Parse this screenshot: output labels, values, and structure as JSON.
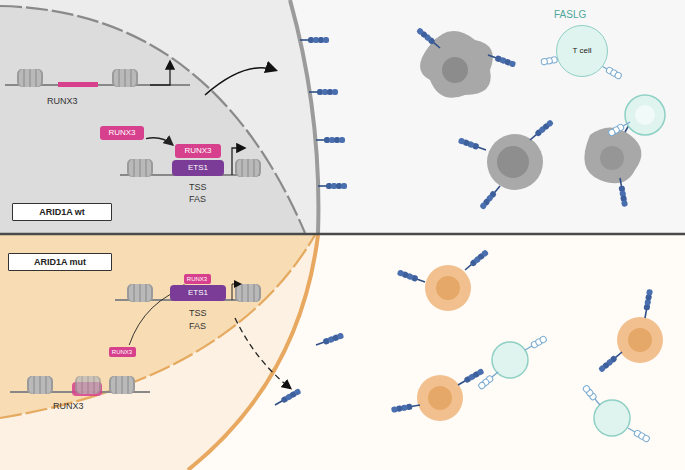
{
  "diagram": {
    "nodes": [
      {
        "text": [
          "RUNX3"
        ]
      },
      {
        "text": [
          "RUNX3"
        ]
      },
      {
        "text": [
          "ETS1"
        ]
      },
      {
        "text": [
          "T cell"
        ]
      },
      {
        "text": [
          "ARID1A wt"
        ]
      },
      {
        "text": [
          "ARID1A mut"
        ]
      },
      {
        "text": [
          "RUNX3"
        ]
      },
      {
        "text": [
          "ETS1"
        ]
      },
      {
        "text": [
          "RUNX3"
        ]
      }
    ],
    "edges": [
      {
        "from": 0,
        "to": 1,
        "arrow": "to"
      },
      {
        "from": 8,
        "to": 6,
        "arrow": "to"
      }
    ],
    "labels": [
      "RUNX3",
      "TSS",
      "FAS",
      "FASLG",
      "TSS",
      "FAS",
      "RUNX3"
    ]
  }
}
